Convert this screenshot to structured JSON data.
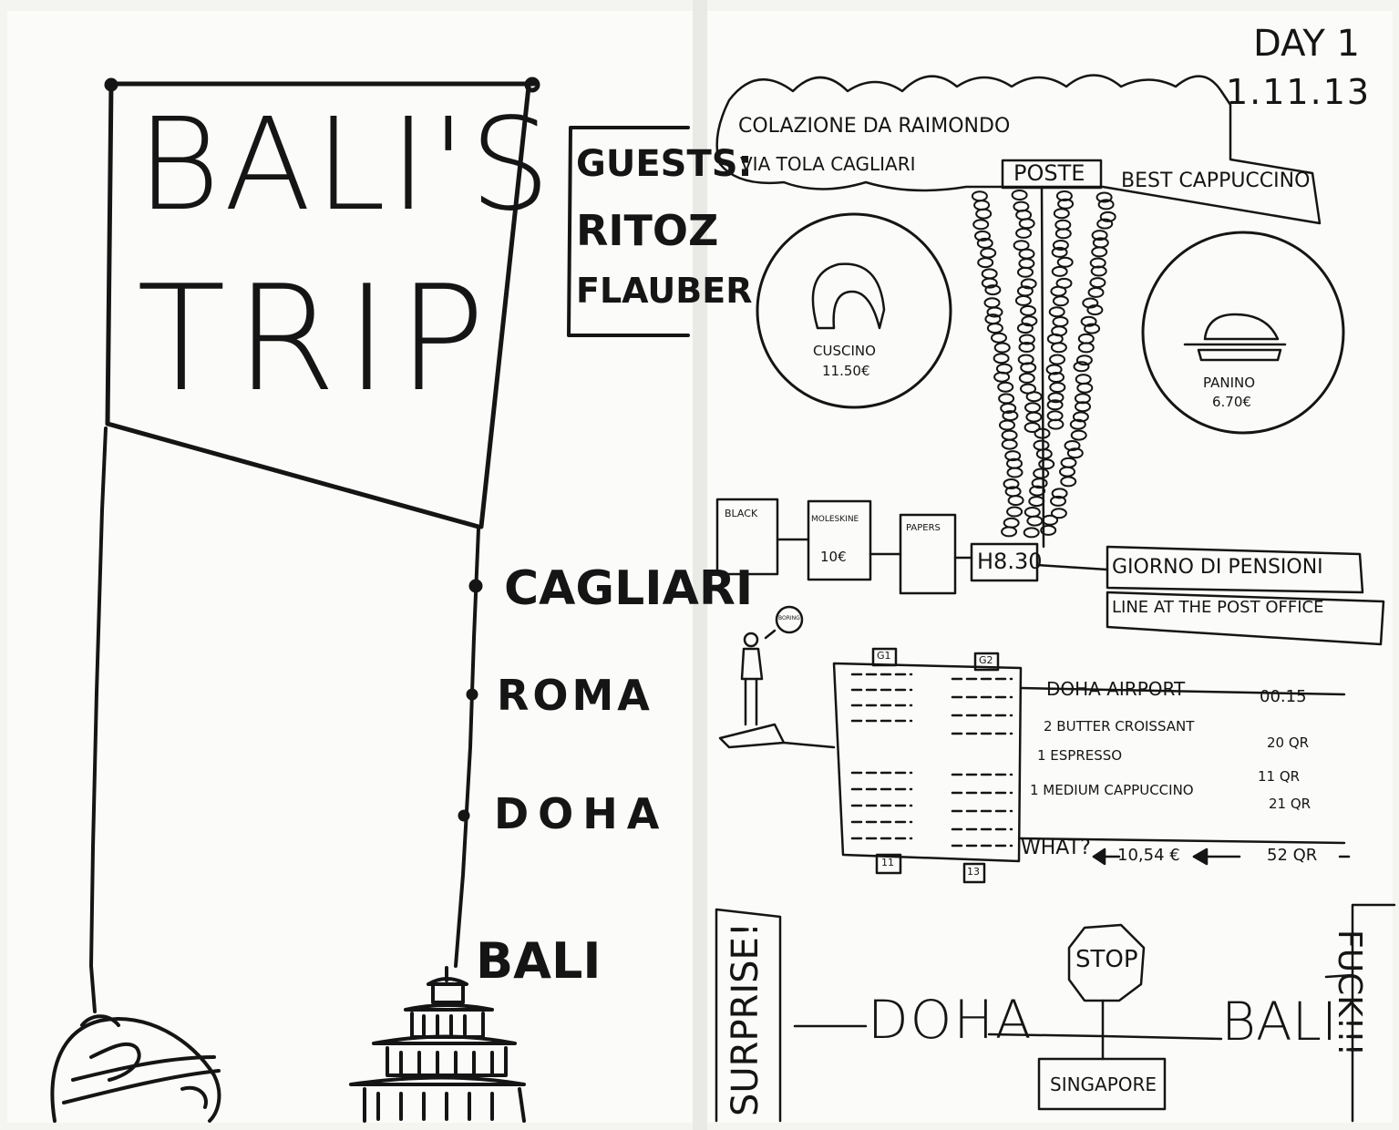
{
  "left_page": {
    "title_line1": "BALI'S",
    "title_line2": "TRIP",
    "guests_label": "GUESTS:",
    "guests": [
      "RITOZ",
      "FLAUBER"
    ],
    "route": [
      "CAGLIARI",
      "ROMA",
      "DOHA",
      "BALI"
    ]
  },
  "right_page": {
    "day_label": "DAY 1",
    "date": "1.11.13",
    "cloud_lines": [
      "COLAZIONE DA RAIMONDO",
      "VIA TOLA CAGLIARI"
    ],
    "poste_label": "POSTE",
    "best_cappuccino": "BEST CAPPUCCINO",
    "cuscino_label": "CUSCINO",
    "cuscino_price": "11.50€",
    "panino_label": "PANINO",
    "panino_price": "6.70€",
    "flow_boxes": [
      "BLACK",
      "MOLESKINE",
      "PAPERS"
    ],
    "flow_price": "10€",
    "time": "H8.30",
    "giorno_line1": "GIORNO DI PENSIONI",
    "giorno_line2": "LINE AT THE POST OFFICE",
    "speech_bubble": "BORING",
    "gates_top": [
      "G1",
      "G2"
    ],
    "gates_bottom": [
      "11",
      "13"
    ],
    "receipt": {
      "header": "DOHA AIRPORT",
      "header_time": "00.15",
      "items": [
        {
          "label": "2 BUTTER CROISSANT",
          "price": "20 QR"
        },
        {
          "label": "1 ESPRESSO",
          "price": "11 QR"
        },
        {
          "label": "1 MEDIUM CAPPUCCINO",
          "price": "21 QR"
        }
      ],
      "what": "WHAT?",
      "euro_total": "10,54 €",
      "qr_total": "52 QR"
    },
    "surprise": "SURPRISE!",
    "fuck": "FUCK!!!",
    "doha": "DOHA",
    "bali": "BALI",
    "stop": "STOP",
    "singapore": "SINGAPORE"
  }
}
